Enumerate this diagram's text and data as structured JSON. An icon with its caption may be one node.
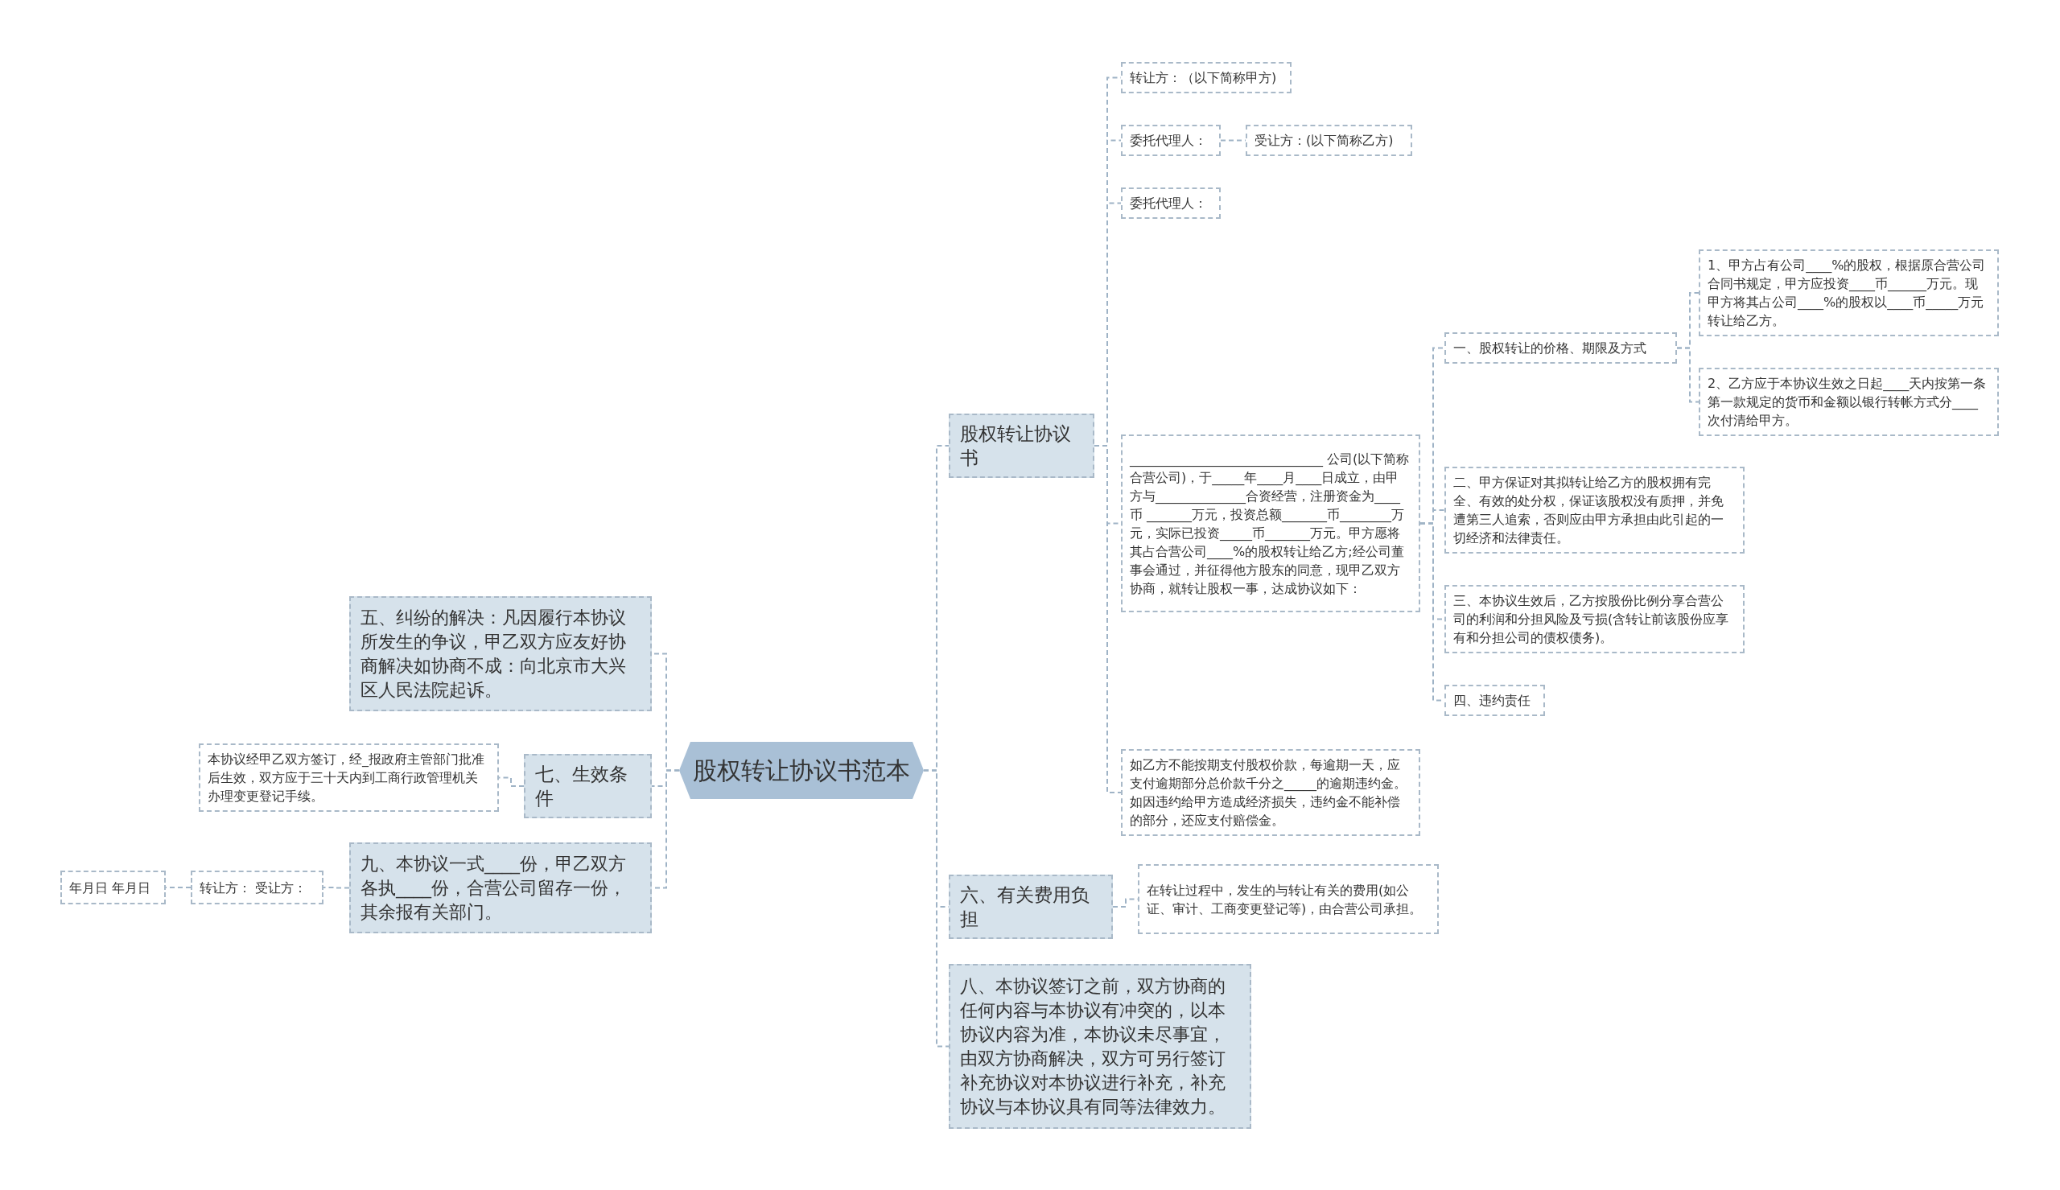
{
  "diagram": {
    "nodes": [
      {
        "text": [
          "股权转让协议书范本"
        ]
      },
      {
        "text": [
          "股权转让协议书"
        ]
      },
      {
        "text": [
          "转让方：（以下简称甲方)"
        ]
      },
      {
        "text": [
          "委托代理人："
        ]
      },
      {
        "text": [
          "受让方：(以下简称乙方)"
        ]
      },
      {
        "text": [
          "委托代理人："
        ]
      },
      {
        "text": [
          "______________________________ 公司(以下简称合营公司)，于_____年____月____日成立，由甲方与______________合资经营，注册资金为____币 _______万元，投资总额_______币________万元，实际已投资_____币_______万元。甲方愿将其占合营公司____%的股权转让给乙方;经公司董事会通过，并征得他方股东的同意，现甲乙双方协商，就转让股权一事，达成协议如下："
        ]
      },
      {
        "text": [
          "如乙方不能按期支付股权价款，每逾期一天，应支付逾期部分总价款千分之_____的逾期违约金。如因违约给甲方造成经济损失，违约金不能补偿的部分，还应支付赔偿金。"
        ]
      },
      {
        "text": [
          "一、股权转让的价格、期限及方式"
        ]
      },
      {
        "text": [
          "1、甲方占有公司____%的股权，根据原合营公司合同书规定，甲方应投资____币______万元。现甲方将其占公司____%的股权以____币_____万元转让给乙方。"
        ]
      },
      {
        "text": [
          "2、乙方应于本协议生效之日起____天内按第一条第一款规定的货币和金额以银行转帐方式分____次付清给甲方。"
        ]
      },
      {
        "text": [
          "二、甲方保证对其拟转让给乙方的股权拥有完全、有效的处分权，保证该股权没有质押，并免遭第三人追索，否则应由甲方承担由此引起的一切经济和法律责任。"
        ]
      },
      {
        "text": [
          "三、本协议生效后，乙方按股份比例分享合营公司的利润和分担风险及亏损(含转让前该股份应享有和分担公司的债权债务)。"
        ]
      },
      {
        "text": [
          "四、违约责任"
        ]
      },
      {
        "text": [
          "六、有关费用负担"
        ]
      },
      {
        "text": [
          "在转让过程中，发生的与转让有关的费用(如公证、审计、工商变更登记等)，由合营公司承担。"
        ]
      },
      {
        "text": [
          "八、本协议签订之前，双方协商的任何内容与本协议有冲突的，以本协议内容为准，本协议未尽事宜，由双方协商解决，双方可另行签订补充协议对本协议进行补充，补充协议与本协议具有同等法律效力。"
        ]
      },
      {
        "text": [
          "五、纠纷的解决：凡因履行本协议所发生的争议，甲乙双方应友好协商解决如协商不成：向北京市大兴区人民法院起诉。"
        ]
      },
      {
        "text": [
          "七、生效条件"
        ]
      },
      {
        "text": [
          "本协议经甲乙双方签订，经_报政府主管部门批准后生效，双方应于三十天内到工商行政管理机关办理变更登记手续。"
        ]
      },
      {
        "text": [
          "九、本协议一式____份，甲乙双方各执____份，合营公司留存一份，其余报有关部门。"
        ]
      },
      {
        "text": [
          "转让方： 受让方："
        ]
      },
      {
        "text": [
          "年月日 年月日"
        ]
      }
    ],
    "edges": [
      {
        "from": 0,
        "to": 1,
        "arrow": "none"
      },
      {
        "from": 1,
        "to": 2,
        "arrow": "none"
      },
      {
        "from": 1,
        "to": 3,
        "arrow": "none"
      },
      {
        "from": 3,
        "to": 4,
        "arrow": "none"
      },
      {
        "from": 1,
        "to": 5,
        "arrow": "none"
      },
      {
        "from": 1,
        "to": 6,
        "arrow": "none"
      },
      {
        "from": 6,
        "to": 8,
        "arrow": "none"
      },
      {
        "from": 8,
        "to": 9,
        "arrow": "none"
      },
      {
        "from": 8,
        "to": 10,
        "arrow": "none"
      },
      {
        "from": 6,
        "to": 11,
        "arrow": "none"
      },
      {
        "from": 6,
        "to": 12,
        "arrow": "none"
      },
      {
        "from": 6,
        "to": 13,
        "arrow": "none"
      },
      {
        "from": 1,
        "to": 7,
        "arrow": "none"
      },
      {
        "from": 0,
        "to": 14,
        "arrow": "none"
      },
      {
        "from": 14,
        "to": 15,
        "arrow": "none"
      },
      {
        "from": 0,
        "to": 16,
        "arrow": "none"
      },
      {
        "from": 0,
        "to": 17,
        "arrow": "none"
      },
      {
        "from": 0,
        "to": 18,
        "arrow": "none"
      },
      {
        "from": 18,
        "to": 19,
        "arrow": "none"
      },
      {
        "from": 0,
        "to": 20,
        "arrow": "none"
      },
      {
        "from": 20,
        "to": 21,
        "arrow": "none"
      },
      {
        "from": 21,
        "to": 22,
        "arrow": "none"
      }
    ]
  }
}
